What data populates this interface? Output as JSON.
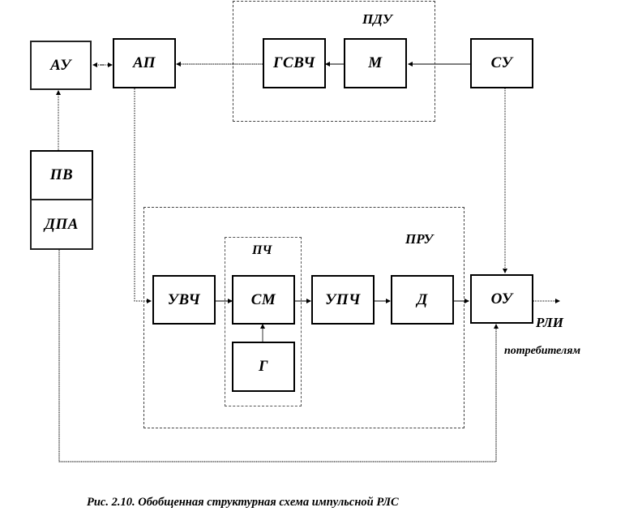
{
  "diagram": {
    "blocks": {
      "au": "АУ",
      "ap": "АП",
      "gsvch": "ГСВЧ",
      "m": "М",
      "su": "СУ",
      "pv": "ПВ",
      "dpa": "ДПА",
      "uvch": "УВЧ",
      "sm": "СМ",
      "g": "Г",
      "upch": "УПЧ",
      "d": "Д",
      "ou": "ОУ"
    },
    "groups": {
      "pdu": "ПДУ",
      "pru": "ПРУ",
      "pch": "ПЧ"
    },
    "output_label_line1": "РЛИ",
    "output_label_line2": "потребителям",
    "caption": "Рис. 2.10.  Обобщенная структурная схема импульсной РЛС",
    "connections": [
      {
        "from": "СУ",
        "to": "М"
      },
      {
        "from": "М",
        "to": "ГСВЧ"
      },
      {
        "from": "ГСВЧ",
        "to": "АП"
      },
      {
        "from": "АП",
        "to": "АУ",
        "bidirectional": true
      },
      {
        "from": "ПВ",
        "to": "АУ"
      },
      {
        "from": "АП",
        "to": "УВЧ"
      },
      {
        "from": "УВЧ",
        "to": "СМ"
      },
      {
        "from": "Г",
        "to": "СМ"
      },
      {
        "from": "СМ",
        "to": "УПЧ"
      },
      {
        "from": "УПЧ",
        "to": "Д"
      },
      {
        "from": "Д",
        "to": "ОУ"
      },
      {
        "from": "СУ",
        "to": "ОУ"
      },
      {
        "from": "ДПА",
        "to": "ОУ"
      },
      {
        "from": "ОУ",
        "to": "РЛИ потребителям"
      }
    ]
  }
}
